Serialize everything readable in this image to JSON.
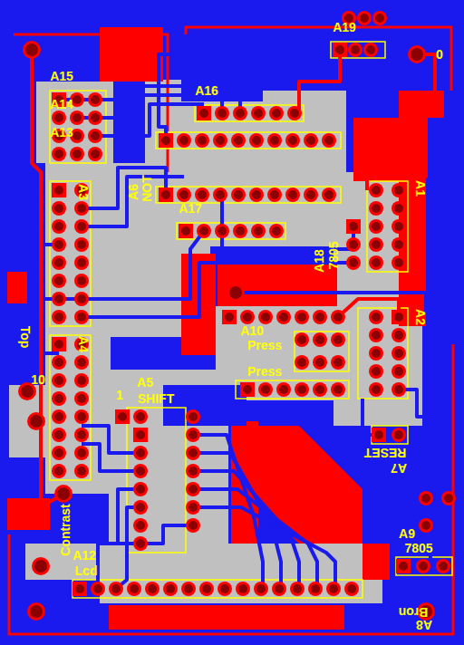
{
  "diagram": {
    "labels": [
      "A19",
      "A15",
      "A14",
      "A13",
      "A16",
      "A3",
      "A6",
      "NOT",
      "A1",
      "A17",
      "A18",
      "7805",
      "A2",
      "A10",
      "Press",
      "Press",
      "A4",
      "Top",
      "10",
      "1",
      "A5",
      "SHIFT",
      "RESET",
      "A7",
      "A9",
      "7805",
      "A12",
      "Lcd",
      "Contrast",
      "Bron",
      "A8",
      "0"
    ]
  }
}
